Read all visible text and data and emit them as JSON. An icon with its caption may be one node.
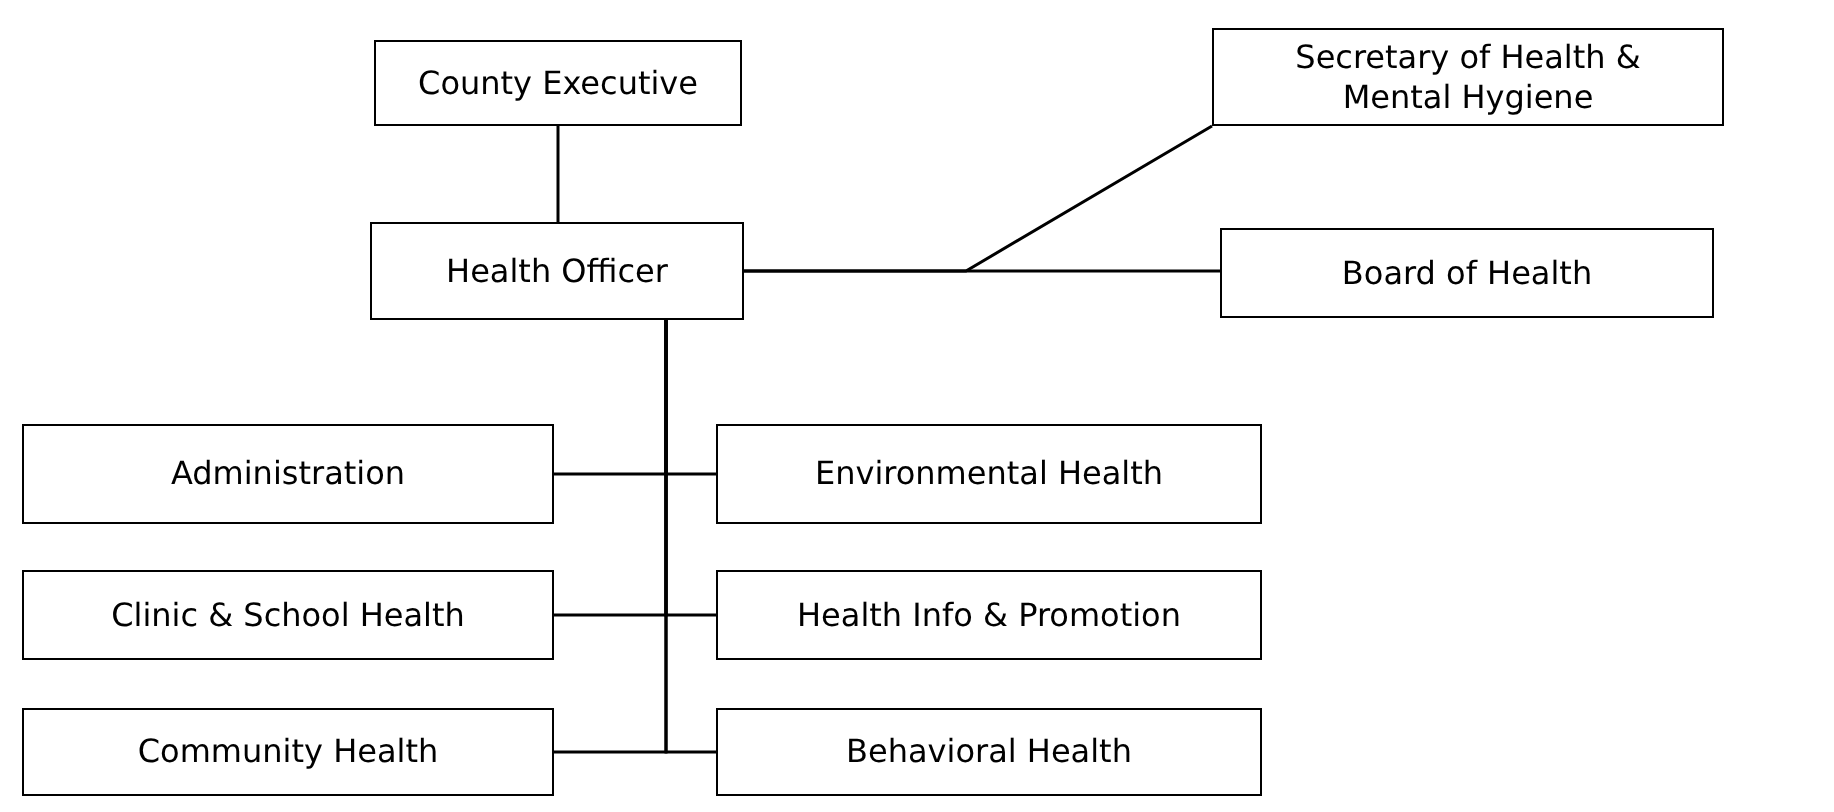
{
  "diagram": {
    "nodes": [
      {
        "text": [
          "County Executive"
        ]
      },
      {
        "text": [
          "Secretary of Health & Mental Hygiene"
        ]
      },
      {
        "text": [
          "Health Officer"
        ]
      },
      {
        "text": [
          "Board of Health"
        ]
      },
      {
        "text": [
          "Administration"
        ]
      },
      {
        "text": [
          "Environmental Health"
        ]
      },
      {
        "text": [
          "Clinic & School Health"
        ]
      },
      {
        "text": [
          "Health Info & Promotion"
        ]
      },
      {
        "text": [
          "Community Health"
        ]
      },
      {
        "text": [
          "Behavioral Health"
        ]
      }
    ],
    "edges": [
      {
        "from": 0,
        "to": 2,
        "arrow": "none"
      },
      {
        "from": 2,
        "to": 1,
        "arrow": "none"
      },
      {
        "from": 2,
        "to": 3,
        "arrow": "none"
      },
      {
        "from": 2,
        "to": 4,
        "arrow": "none"
      },
      {
        "from": 2,
        "to": 5,
        "arrow": "none"
      },
      {
        "from": 2,
        "to": 6,
        "arrow": "none"
      },
      {
        "from": 2,
        "to": 7,
        "arrow": "none"
      },
      {
        "from": 2,
        "to": 8,
        "arrow": "none"
      },
      {
        "from": 2,
        "to": 9,
        "arrow": "none"
      }
    ]
  }
}
